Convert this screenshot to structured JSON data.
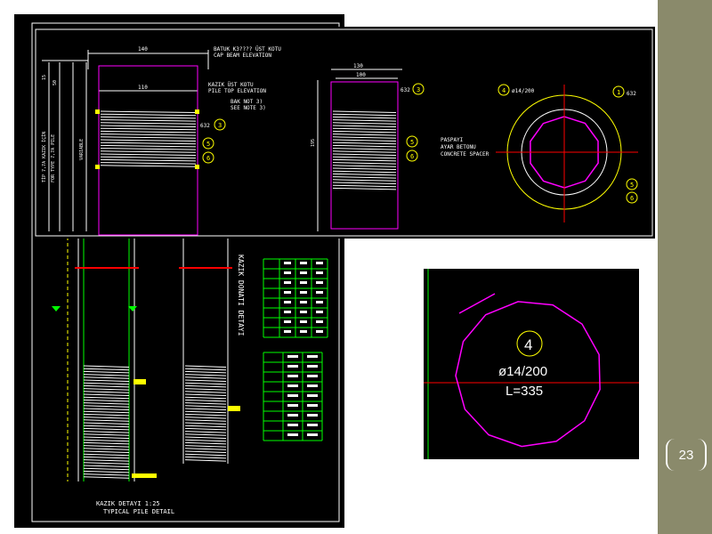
{
  "slide": {
    "page_number": "23"
  },
  "colors": {
    "background": "#000000",
    "white": "#ffffff",
    "yellow": "#ffff00",
    "magenta": "#ff00ff",
    "green": "#00ff00",
    "red": "#ff0000",
    "cyan": "#00ffff",
    "sidebar": "#8a8a6b"
  },
  "top_drawing": {
    "dim_140": "140",
    "dim_110": "110",
    "dim_632": "632",
    "dim_130": "130",
    "dim_100": "100",
    "dim_632_b": "632",
    "dim_195": "195",
    "dim_variable": "VARIABLE",
    "cap_beam_tr": "BATUK K3???? ÜST KOTU",
    "cap_beam_en": "CAP BEAM ELEVATION",
    "pile_top_tr": "KAZIK ÜST KOTU",
    "pile_top_en": "PILE TOP ELEVATION",
    "note_tr": "BAK NOT 3)",
    "note_en": "SEE NOTE 3)",
    "type_label_tr": "TİP 7,7A KAZIK İÇİN",
    "type_label_en": "FOR TYPE 7,7A PILE",
    "bubble_1": "1",
    "bubble_3": "3",
    "bubble_4": "4",
    "bubble_5": "5",
    "bubble_6": "6",
    "bar_4_spec": "ø14/200",
    "spacer_tr1": "PASPAYI",
    "spacer_tr2": "AYAR BETONU",
    "spacer_en": "CONCRETE SPACER"
  },
  "left_drawing": {
    "title_tr": "KAZIK DETAYI 1:25",
    "title_en": "TYPICAL PILE DETAIL"
  },
  "zoom_detail": {
    "bubble_number": "4",
    "bar_spec": "ø14/200",
    "length": "L=335"
  }
}
